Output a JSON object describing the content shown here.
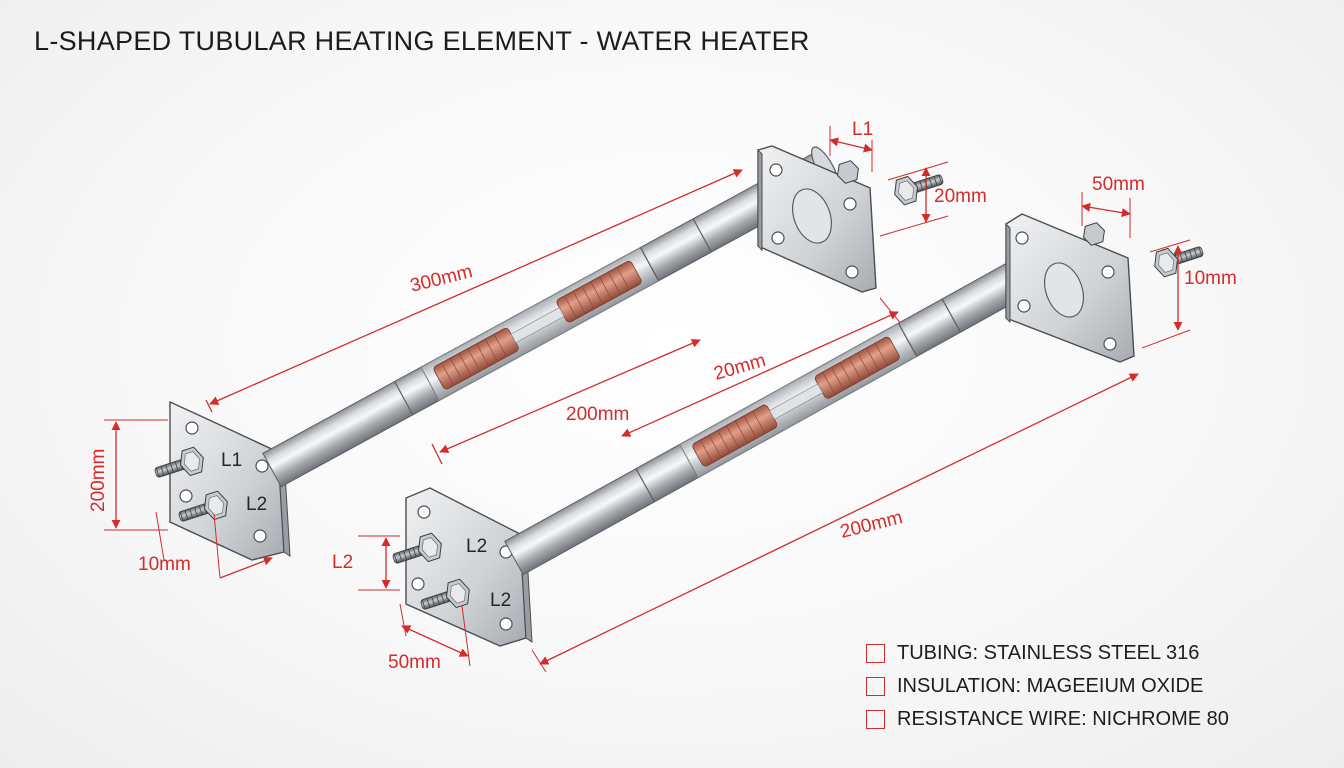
{
  "title": "L-SHAPED TUBULAR HEATING ELEMENT - WATER HEATER",
  "colors": {
    "dimension_red": "#d42b2b",
    "steel_light": "#e4e5e7",
    "steel_dark": "#7f8388",
    "copper": "#c9735a",
    "text": "#1e1e1e"
  },
  "dimensions": {
    "top_length": "300mm",
    "top_inner_length": "200mm",
    "top_flange_height": "200mm",
    "top_flange_offset": "10mm",
    "top_terminal_length": "L1",
    "top_terminal_height": "20mm",
    "middle_span": "20mm",
    "bottom_length": "200mm",
    "bottom_terminal_length": "50mm",
    "bottom_flange_height": "10mm",
    "bottom_terminal_height": "L2",
    "bottom_flange_offset": "50mm"
  },
  "terminals": {
    "top_upper": "L1",
    "top_lower": "L2",
    "bottom_upper": "L2",
    "bottom_lower": "L2"
  },
  "legend": [
    {
      "label": "TUBING: STAINLESS STEEL 316"
    },
    {
      "label": "INSULATION: MAGEEIUM OXIDE"
    },
    {
      "label": "RESISTANCE WIRE: NICHROME 80"
    }
  ]
}
